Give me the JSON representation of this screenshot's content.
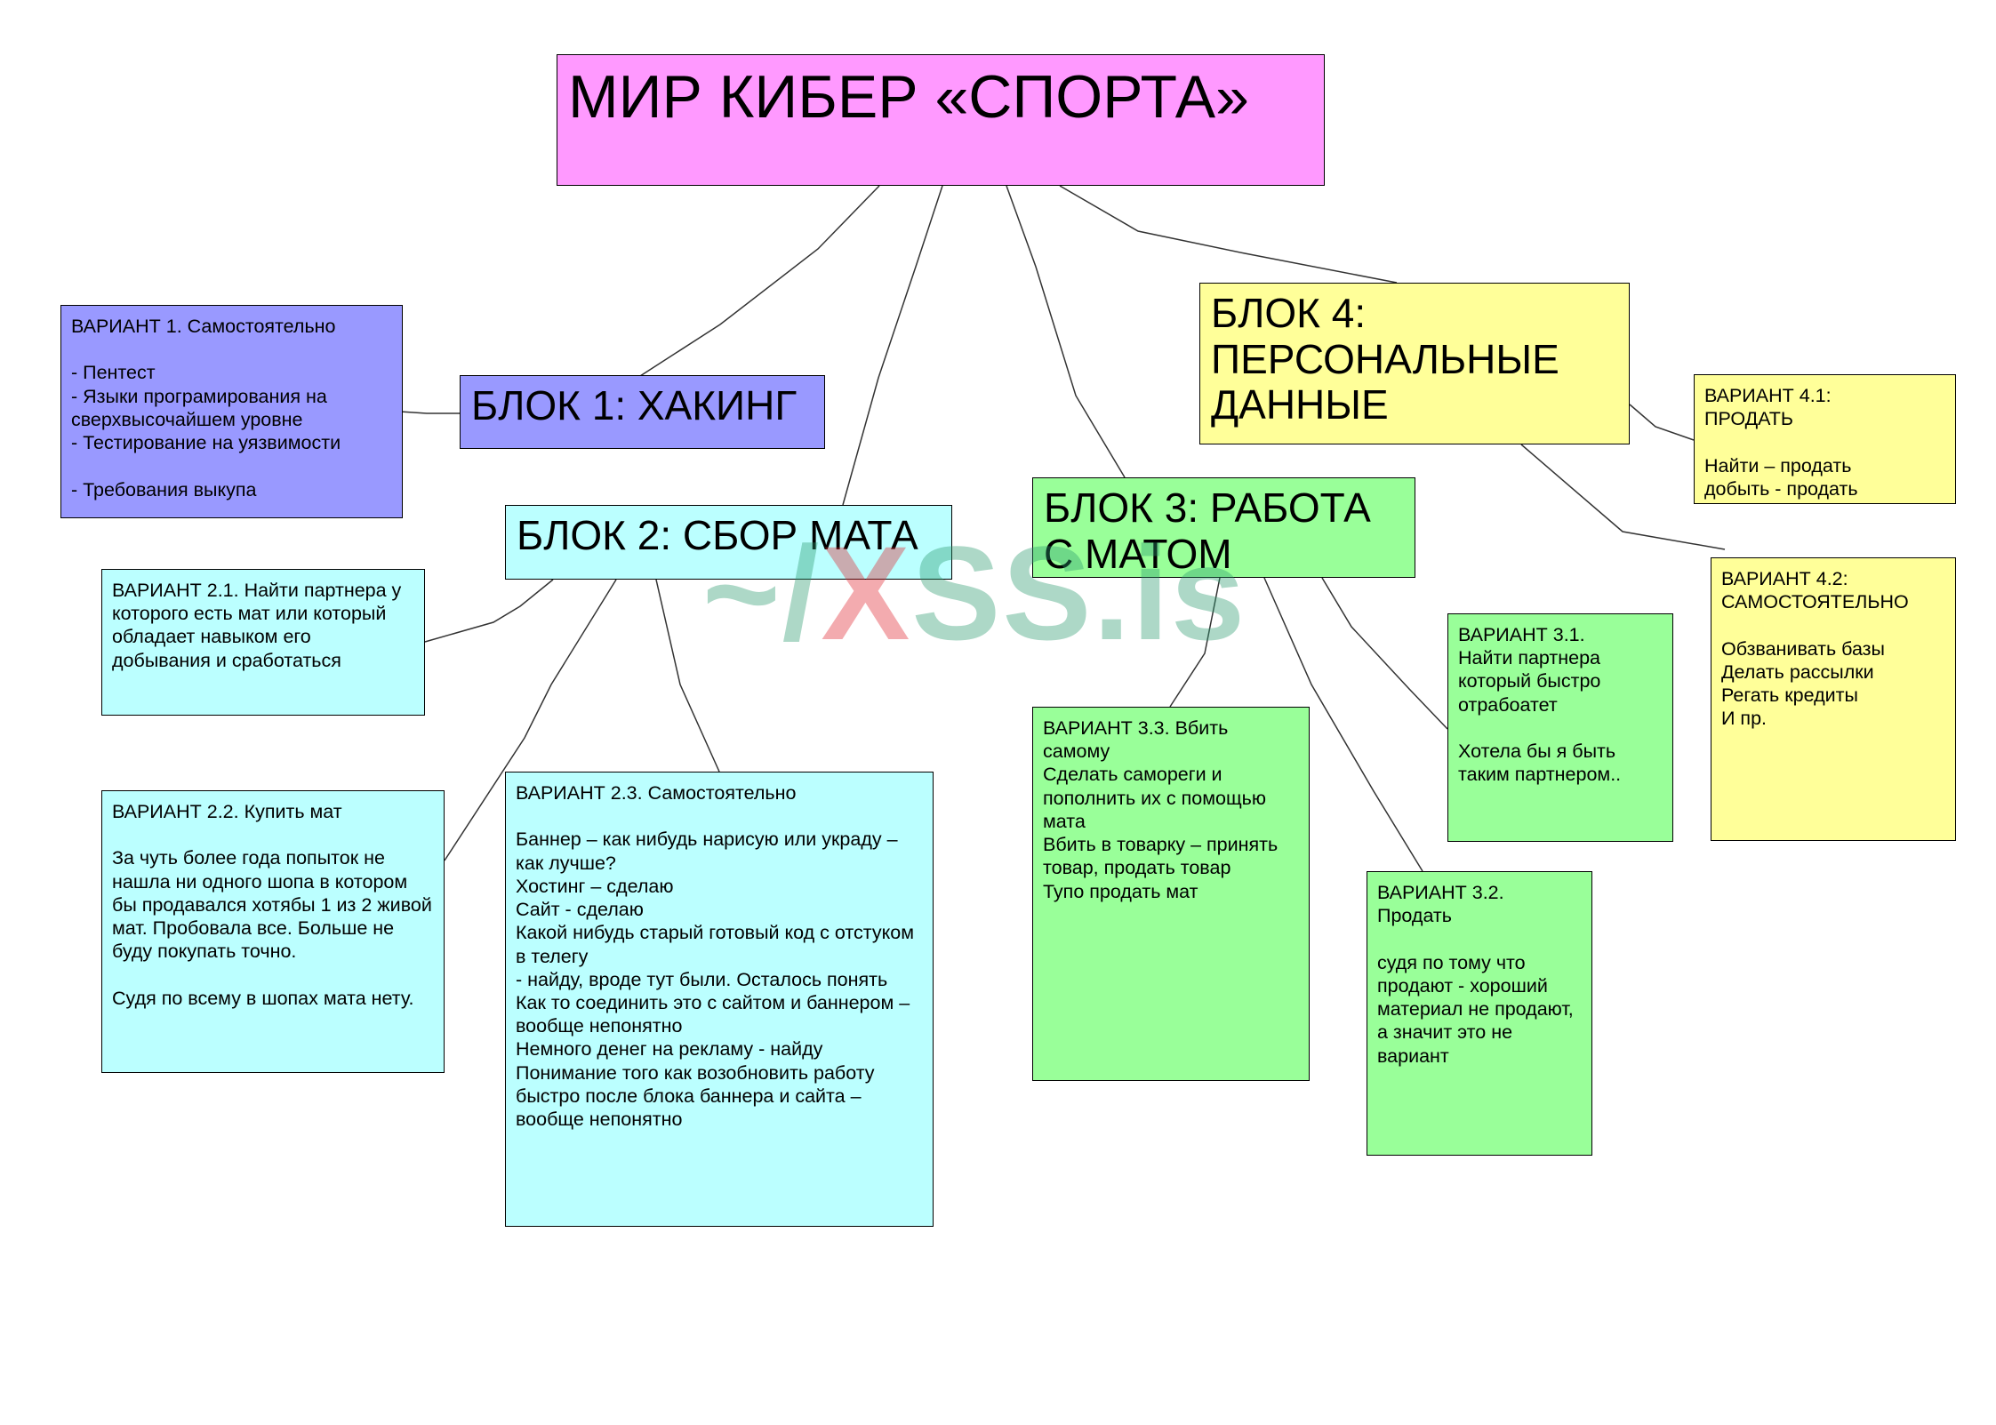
{
  "title": "МИР КИБЕР «СПОРТА»",
  "blocks": {
    "b1": "БЛОК 1: ХАКИНГ",
    "b2": "БЛОК 2: СБОР МАТА",
    "b3": "БЛОК 3: РАБОТА С МАТОМ",
    "b4": "БЛОК 4: ПЕРСОНАЛЬНЫЕ ДАННЫЕ"
  },
  "notes": {
    "v1": "ВАРИАНТ 1. Самостоятельно\n\n- Пентест\n- Языки програмирования на сверхвысочайшем уровне\n- Тестирование на уязвимости\n\n- Требования выкупа",
    "v21": "ВАРИАНТ 2.1. Найти партнера у которого есть мат или который обладает навыком его добывания и сработаться",
    "v22": "ВАРИАНТ 2.2. Купить мат\n\nЗа чуть более года попыток не нашла ни одного шопа в котором бы продавался хотябы 1 из 2 живой мат. Пробовала все. Больше не буду покупать точно.\n\nСудя по всему в шопах мата нету.",
    "v23": "ВАРИАНТ 2.3. Самостоятельно\n\nБаннер – как нибудь нарисую или украду – как лучше?\nХостинг – сделаю\nСайт - сделаю\nКакой нибудь старый готовый код с отстуком в телегу\n- найду, вроде тут были. Осталось понять\nКак то соединить это с сайтом и баннером – вообще непонятно\nНемного денег на рекламу - найду\nПонимание того как возобновить работу быстро после блока баннера и сайта – вообще непонятно",
    "v31": "ВАРИАНТ 3.1.\nНайти партнера который быстро отрабоатет\n\nХотела бы я быть таким партнером..",
    "v32": "ВАРИАНТ 3.2.\nПродать\n\nсудя по тому что продают - хороший материал не продают, а значит это не вариант",
    "v33": "ВАРИАНТ 3.3. Вбить самому\nСделать самореги и пополнить их с помощью мата\nВбить в товарку – принять товар,  продать товар\nТупо продать мат",
    "v41": "ВАРИАНТ 4.1:\nПРОДАТЬ\n\nНайти – продать\nдобыть - продать",
    "v42": "ВАРИАНТ 4.2:\nСАМОСТОЯТЕЛЬНО\n\nОбзванивать базы\nДелать рассылки\nРегать кредиты\nИ пр."
  },
  "watermark": {
    "tilde": "~/",
    "x": "X",
    "rest": "SS.is"
  },
  "colors": {
    "title": "#ff99ff",
    "block1": "#9999ff",
    "block2": "#bbffff",
    "block3": "#99ff99",
    "block4": "#ffff99"
  }
}
